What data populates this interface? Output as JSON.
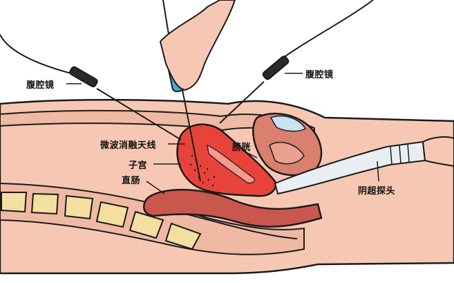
{
  "labels": {
    "laparoscope_left": "腹腔镜",
    "laparoscope_right": "腹腔镜",
    "microwave_antenna": "微波消融天线",
    "uterus": "子宫",
    "rectum": "直肠",
    "bladder": "膀胱",
    "vaginal_probe": "阴超探头"
  },
  "colors": {
    "outline": "#1a1a1a",
    "skin": "#f6c8b4",
    "abdominal_wall": "#efb9a3",
    "uterus": "#e8433a",
    "bladder": "#d9806e",
    "bladder_fluid": "#c8e3f0",
    "rectum": "#c9574d",
    "spine_bone": "#f3dfa0",
    "probe": "#e9eef2",
    "instrument_blue": "#4aa8e0"
  }
}
